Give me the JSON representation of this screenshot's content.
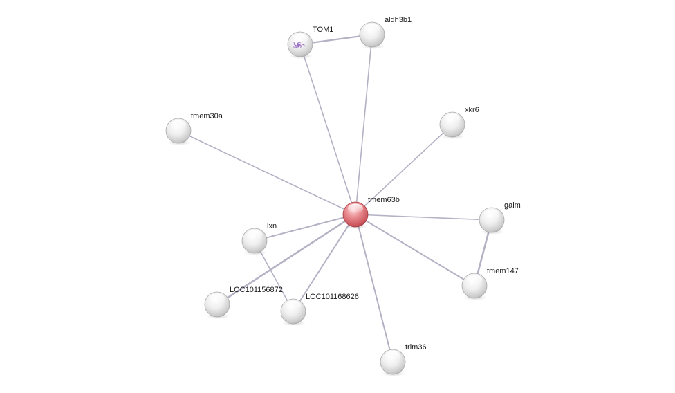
{
  "network": {
    "nodes": [
      {
        "id": "tmem63b",
        "label": "tmem63b",
        "query": true
      },
      {
        "id": "TOM1",
        "label": "TOM1",
        "structure": true
      },
      {
        "id": "aldh3b1",
        "label": "aldh3b1"
      },
      {
        "id": "tmem30a",
        "label": "tmem30a"
      },
      {
        "id": "xkr6",
        "label": "xkr6"
      },
      {
        "id": "galm",
        "label": "galm"
      },
      {
        "id": "lxn",
        "label": "lxn"
      },
      {
        "id": "tmem147",
        "label": "tmem147"
      },
      {
        "id": "LOC101156872",
        "label": "LOC101156872"
      },
      {
        "id": "LOC101168626",
        "label": "LOC101168626"
      },
      {
        "id": "trim36",
        "label": "trim36"
      }
    ],
    "edges": [
      {
        "source": "tmem63b",
        "target": "TOM1"
      },
      {
        "source": "tmem63b",
        "target": "aldh3b1"
      },
      {
        "source": "tmem63b",
        "target": "tmem30a"
      },
      {
        "source": "tmem63b",
        "target": "xkr6"
      },
      {
        "source": "tmem63b",
        "target": "galm"
      },
      {
        "source": "tmem63b",
        "target": "lxn"
      },
      {
        "source": "tmem63b",
        "target": "tmem147"
      },
      {
        "source": "tmem63b",
        "target": "LOC101156872"
      },
      {
        "source": "tmem63b",
        "target": "LOC101168626"
      },
      {
        "source": "tmem63b",
        "target": "trim36"
      },
      {
        "source": "TOM1",
        "target": "aldh3b1"
      },
      {
        "source": "galm",
        "target": "tmem147"
      },
      {
        "source": "lxn",
        "target": "LOC101168626"
      }
    ],
    "colors": {
      "edge": "#b4b1c4",
      "query_node": "#d9686f",
      "node": "#d6d6d6",
      "structure": "#9b6fc4"
    }
  }
}
